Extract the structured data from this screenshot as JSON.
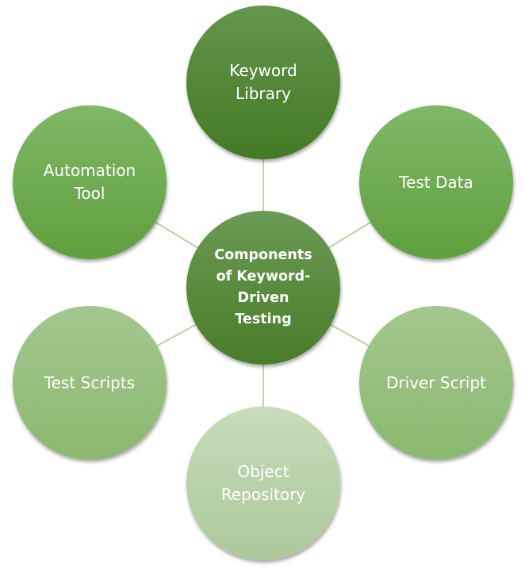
{
  "diagram": {
    "type": "radial-hub",
    "center": {
      "label": "Components of Keyword-Driven Testing",
      "lines": [
        "Components",
        "of Keyword-",
        "Driven",
        "Testing"
      ],
      "color_top": "#6b9a55",
      "color_bottom": "#487c28"
    },
    "nodes": [
      {
        "id": "keyword-library",
        "lines": [
          "Keyword",
          "Library"
        ],
        "color_top": "#65954d",
        "color_bottom": "#437a24",
        "text_color": "#ffffff"
      },
      {
        "id": "test-data",
        "lines": [
          "Test Data"
        ],
        "color_top": "#80b867",
        "color_bottom": "#609f3d",
        "text_color": "#ffffff"
      },
      {
        "id": "driver-script",
        "lines": [
          "Driver Script"
        ],
        "color_top": "#a3c78f",
        "color_bottom": "#8bb86f",
        "text_color": "#ffffff"
      },
      {
        "id": "object-repository",
        "lines": [
          "Object",
          "Repository"
        ],
        "color_top": "#c7dcbb",
        "color_bottom": "#abc89a",
        "text_color": "#ffffff"
      },
      {
        "id": "test-scripts",
        "lines": [
          "Test Scripts"
        ],
        "color_top": "#a3c78f",
        "color_bottom": "#8bb86f",
        "text_color": "#ffffff"
      },
      {
        "id": "automation-tool",
        "lines": [
          "Automation",
          "Tool"
        ],
        "color_top": "#80b867",
        "color_bottom": "#609f3d",
        "text_color": "#ffffff"
      }
    ],
    "connector_color": "#a9cc95"
  }
}
